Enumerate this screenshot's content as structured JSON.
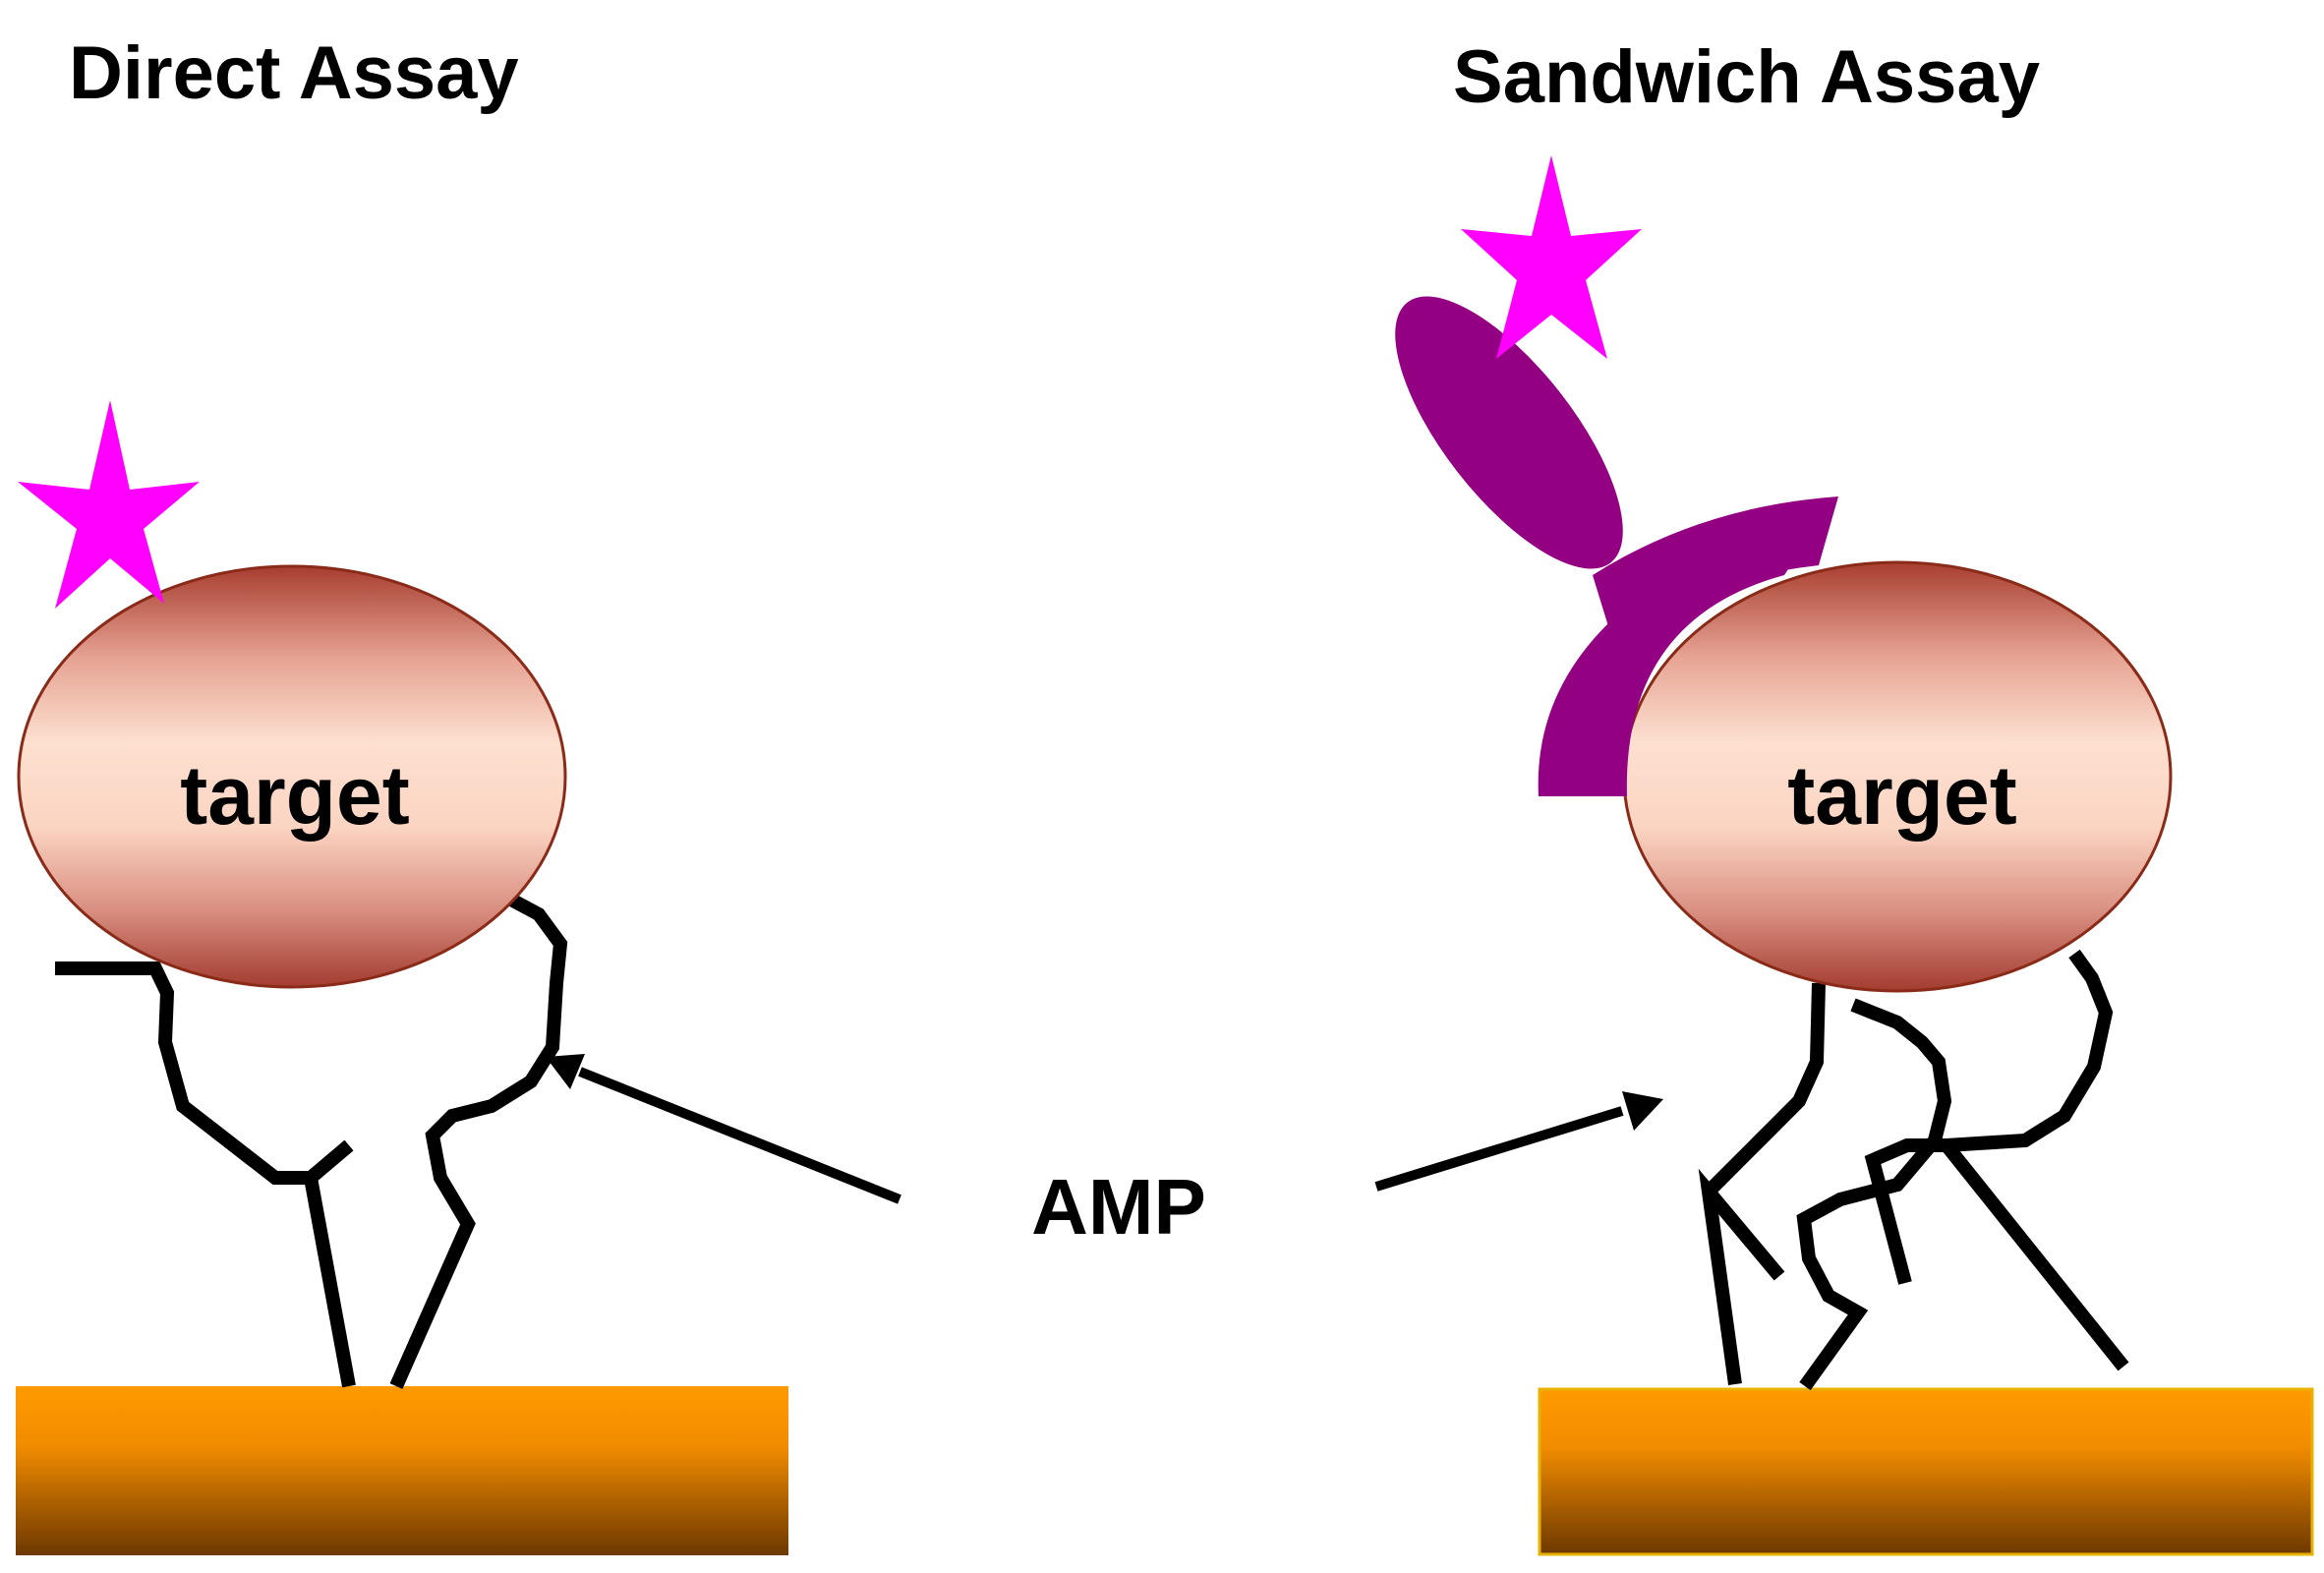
{
  "panels": {
    "direct": {
      "title": "Direct Assay",
      "target_label": "target"
    },
    "sandwich": {
      "title": "Sandwich Assay",
      "target_label": "target"
    }
  },
  "center_label": "AMP",
  "colors": {
    "label_star": "#ff00ff",
    "antibody": "#940082",
    "target_outline": "#8a2a18",
    "target_light": "#fde0d0",
    "target_dark": "#b0453a",
    "surface_light": "#ff9a00",
    "surface_dark": "#7a3e00",
    "strand": "#000000"
  }
}
